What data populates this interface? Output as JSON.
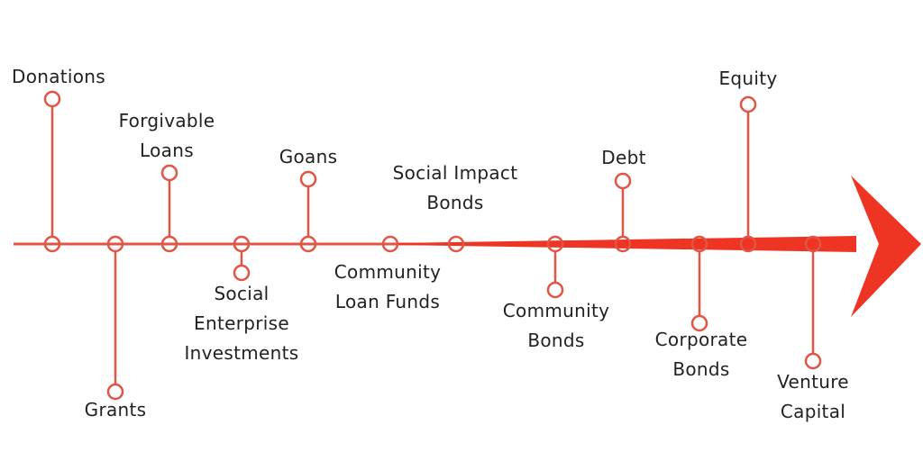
{
  "colors": {
    "line": "#e05545",
    "arrow": "#ee3524",
    "text": "#222222"
  },
  "nodes": [
    {
      "id": "donations",
      "lines": [
        "Donations"
      ]
    },
    {
      "id": "grants",
      "lines": [
        "Grants"
      ]
    },
    {
      "id": "forgivable-loans",
      "lines": [
        "Forgivable",
        "Loans"
      ]
    },
    {
      "id": "social-enterprise-investments",
      "lines": [
        "Social",
        "Enterprise",
        "Investments"
      ]
    },
    {
      "id": "goans",
      "lines": [
        "Goans"
      ]
    },
    {
      "id": "community-loan-funds",
      "lines": [
        "Community",
        "Loan Funds"
      ]
    },
    {
      "id": "social-impact-bonds",
      "lines": [
        "Social Impact",
        "Bonds"
      ]
    },
    {
      "id": "community-bonds",
      "lines": [
        "Community",
        "Bonds"
      ]
    },
    {
      "id": "debt",
      "lines": [
        "Debt"
      ]
    },
    {
      "id": "corporate-bonds",
      "lines": [
        "Corporate",
        "Bonds"
      ]
    },
    {
      "id": "equity",
      "lines": [
        "Equity"
      ]
    },
    {
      "id": "venture-capital",
      "lines": [
        "Venture",
        "Capital"
      ]
    }
  ]
}
